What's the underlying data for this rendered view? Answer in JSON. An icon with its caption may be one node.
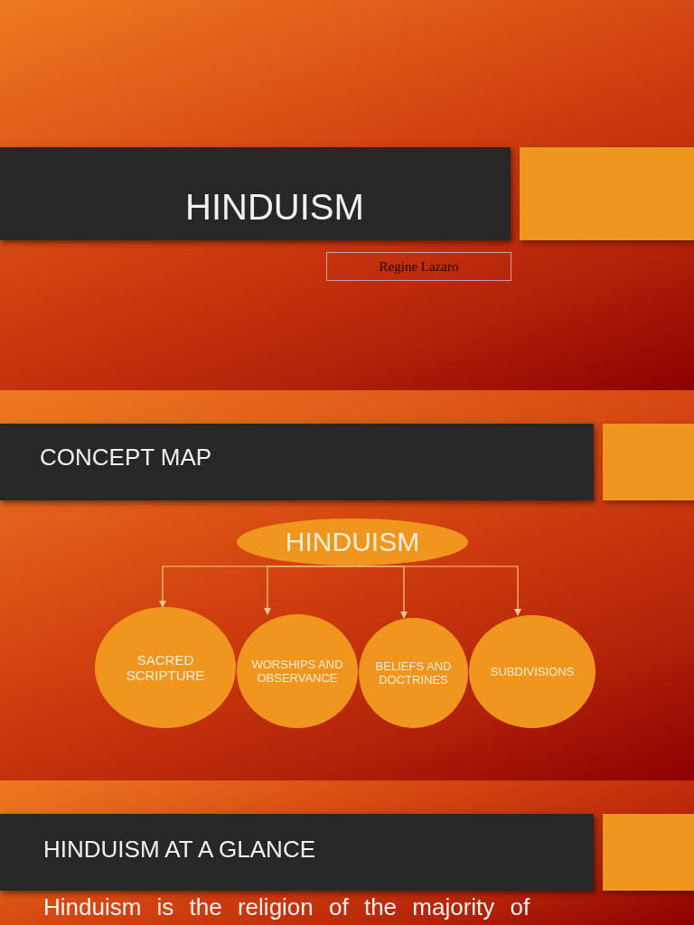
{
  "diagram": {
    "nodes": [
      {
        "text": [
          "HINDUISM"
        ]
      },
      {
        "text": [
          "SACRED SCRIPTURE"
        ]
      },
      {
        "text": [
          "WORSHIPS AND OBSERVANCE"
        ]
      },
      {
        "text": [
          "BELIEFS AND DOCTRINES"
        ]
      },
      {
        "text": [
          "SUBDIVISIONS"
        ]
      }
    ],
    "edges": [
      {
        "from": 0,
        "to": 1,
        "arrow": "to"
      },
      {
        "from": 0,
        "to": 2,
        "arrow": "to"
      },
      {
        "from": 0,
        "to": 3,
        "arrow": "to"
      },
      {
        "from": 0,
        "to": 4,
        "arrow": "to"
      }
    ],
    "labels": [
      "HINDUISM",
      "Regine Lazaro",
      "CONCEPT MAP",
      "HINDUISM AT A GLANCE",
      "Hinduism is the religion of the majority of"
    ]
  }
}
